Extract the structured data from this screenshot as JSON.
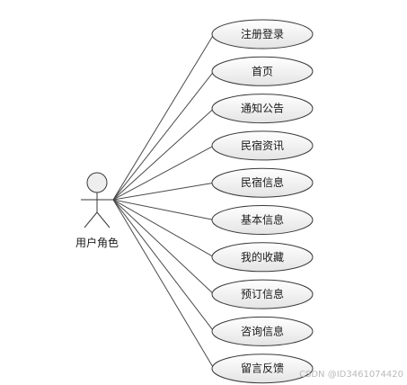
{
  "actor": {
    "label": "用户角色"
  },
  "use_cases": [
    {
      "label": "注册登录"
    },
    {
      "label": "首页"
    },
    {
      "label": "通知公告"
    },
    {
      "label": "民宿资讯"
    },
    {
      "label": "民宿信息"
    },
    {
      "label": "基本信息"
    },
    {
      "label": "我的收藏"
    },
    {
      "label": "预订信息"
    },
    {
      "label": "咨询信息"
    },
    {
      "label": "留言反馈"
    }
  ],
  "watermark": "CSDN @ID3461074420",
  "colors": {
    "line": "#4a4a4a",
    "ellipse_fill_top": "#ffffff",
    "ellipse_fill_bottom": "#e6e6e6",
    "actor_head_fill": "#eeeeee"
  }
}
